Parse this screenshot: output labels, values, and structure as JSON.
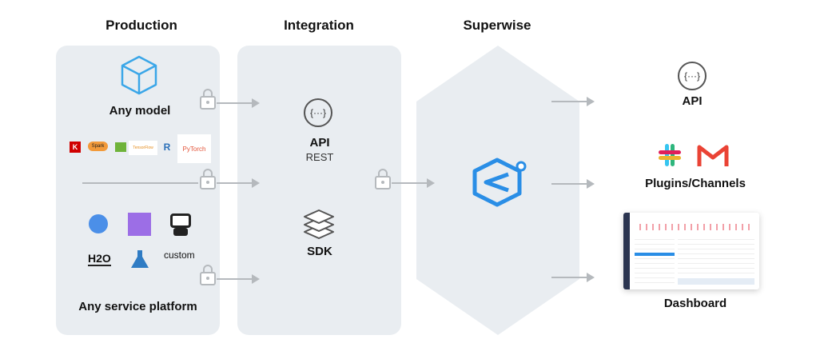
{
  "columns": {
    "production": "Production",
    "integration": "Integration",
    "superwise": "Superwise"
  },
  "production": {
    "any_model": "Any model",
    "any_platform": "Any service platform",
    "custom": "custom",
    "framework_logos": [
      "K",
      "Spark",
      "TensorFlow",
      "R",
      "PyTorch"
    ],
    "platform_logos": [
      "H2O"
    ]
  },
  "integration": {
    "api": "API",
    "rest": "REST",
    "sdk": "SDK"
  },
  "outputs": {
    "api": "API",
    "plugins": "Plugins/Channels",
    "dashboard": "Dashboard"
  },
  "colors": {
    "panel": "#e9edf1",
    "accent": "#2a8ee6",
    "arrow": "#b5b9bd"
  }
}
